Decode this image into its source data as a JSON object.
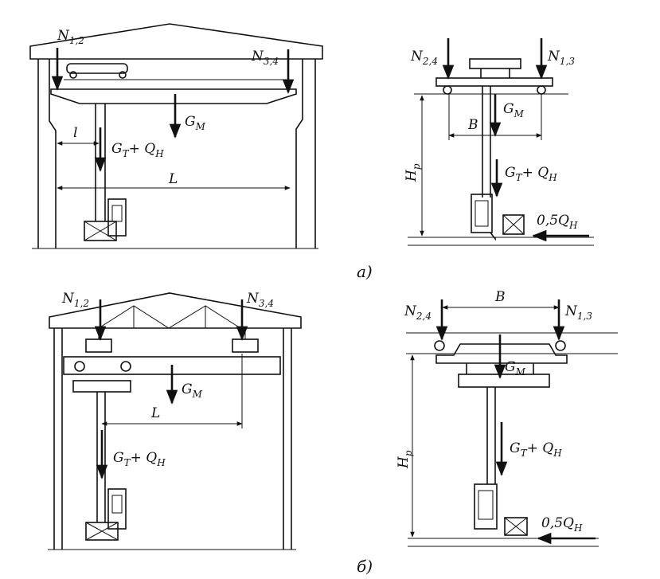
{
  "diagram_a": {
    "left": {
      "n12": "N",
      "n12_sub": "1,2",
      "n34": "N",
      "n34_sub": "3,4",
      "gm": "G",
      "gm_sub": "M",
      "gt": "G",
      "gt_sub": "T",
      "plus_q": "+ Q",
      "q_sub": "H",
      "small_l": "l",
      "big_l": "L"
    },
    "right": {
      "n24": "N",
      "n24_sub": "2,4",
      "n13": "N",
      "n13_sub": "1,3",
      "b": "B",
      "gm": "G",
      "gm_sub": "M",
      "gt": "G",
      "gt_sub": "T",
      "plus_q": "+ Q",
      "q_sub": "H",
      "hp": "H",
      "hp_sub": "p",
      "load": "0,5Q",
      "load_sub": "H"
    },
    "caption": "a)"
  },
  "diagram_b": {
    "left": {
      "n12": "N",
      "n12_sub": "1,2",
      "n34": "N",
      "n34_sub": "3,4",
      "gm": "G",
      "gm_sub": "M",
      "gt": "G",
      "gt_sub": "T",
      "plus_q": "+ Q",
      "q_sub": "H",
      "big_l": "L"
    },
    "right": {
      "n24": "N",
      "n24_sub": "2,4",
      "n13": "N",
      "n13_sub": "1,3",
      "b": "B",
      "gm": "G",
      "gm_sub": "M",
      "gt": "G",
      "gt_sub": "T",
      "plus_q": "+ Q",
      "q_sub": "H",
      "hp": "H",
      "hp_sub": "p",
      "load": "0,5Q",
      "load_sub": "H"
    },
    "caption": "б)"
  }
}
